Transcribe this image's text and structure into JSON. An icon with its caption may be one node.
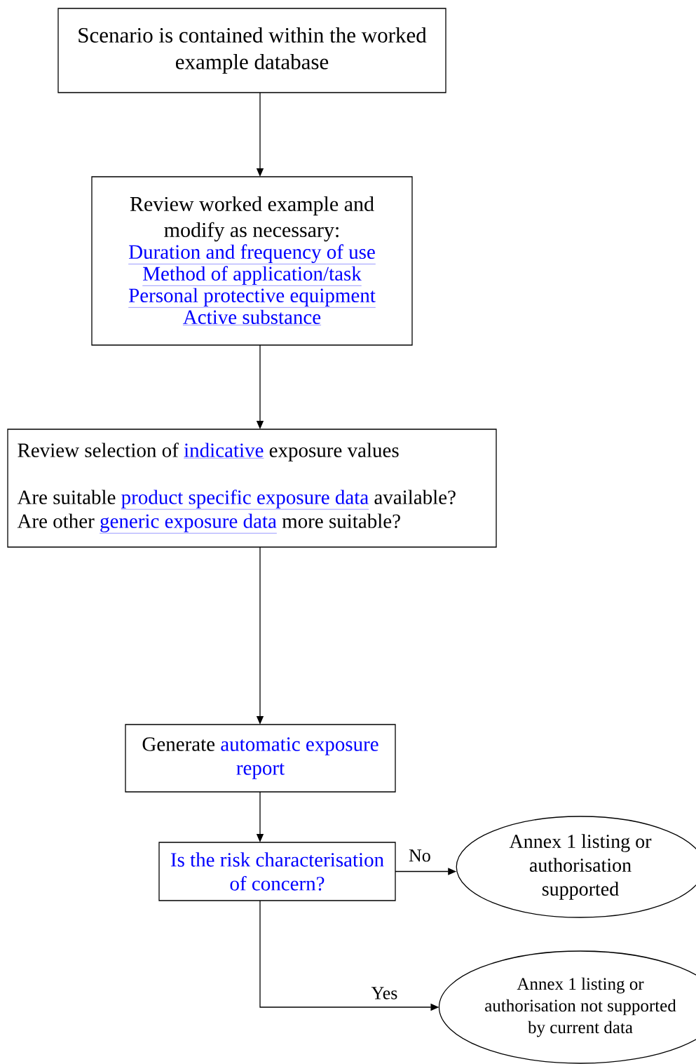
{
  "diagram": {
    "nodes": [
      {
        "text": [
          "Scenario is contained within the worked example database"
        ]
      },
      {
        "text": [
          "Review worked example and modify as necessary:",
          "Duration and frequency of use",
          "Method of application/task",
          "Personal protective equipment",
          "Active substance"
        ]
      },
      {
        "text": [
          "Review selection of",
          "indicative",
          "exposure values",
          "Are suitable",
          "product specific exposure data",
          "available?",
          "Are other",
          "generic exposure data",
          "more suitable?"
        ]
      },
      {
        "text": [
          "Generate",
          "automatic exposure report"
        ]
      },
      {
        "text": [
          "Is the risk characterisation of concern?"
        ]
      },
      {
        "text": [
          "Annex 1 listing or authorisation supported"
        ]
      },
      {
        "text": [
          "Annex 1 listing or authorisation not supported by current data"
        ]
      }
    ],
    "edges": [
      {
        "from": 0,
        "to": 1,
        "arrow": "to"
      },
      {
        "from": 1,
        "to": 2,
        "arrow": "to"
      },
      {
        "from": 2,
        "to": 3,
        "arrow": "to"
      },
      {
        "from": 3,
        "to": 4,
        "arrow": "to"
      },
      {
        "from": 4,
        "to": 5,
        "arrow": "to",
        "label": "No"
      },
      {
        "from": 4,
        "to": 6,
        "arrow": "to",
        "label": "Yes"
      }
    ]
  }
}
